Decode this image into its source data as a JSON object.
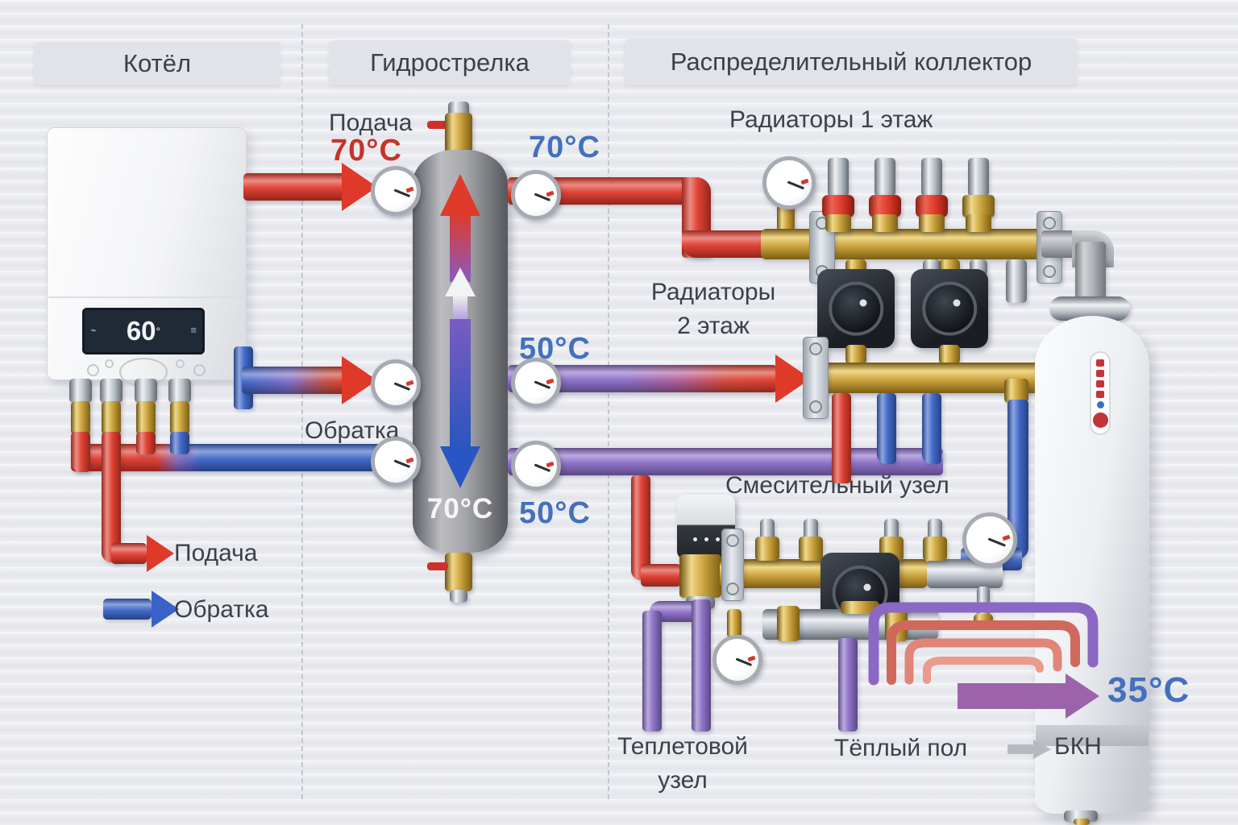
{
  "headers": {
    "boiler": "Котёл",
    "hydro_separator": "Гидрострелка",
    "collector": "Распределительный коллектор"
  },
  "boiler": {
    "display_temp": "60",
    "display_degree": "°"
  },
  "separator": {
    "supply_label": "Подача",
    "supply_temp": "70°C",
    "outlet_temp": "70°C",
    "return_label": "Обратка",
    "internal_temp": "70°C",
    "floor2_supply_temp": "50°C",
    "floor2_return_temp": "50°C"
  },
  "collector": {
    "radiators_floor1": "Радиаторы 1 этаж",
    "radiators_floor2_line1": "Радиаторы",
    "radiators_floor2_line2": "2 этаж",
    "mixing_unit": "Смесительный узел"
  },
  "legend": {
    "supply": "Подача",
    "return": "Обратка"
  },
  "bottom": {
    "heat_unit_line1": "Теплетовой",
    "heat_unit_line2": "узел",
    "warm_floor": "Тёплый пол",
    "bkn": "БКН",
    "floor_out_temp": "35°C"
  },
  "colors": {
    "supply_red": "#df392a",
    "return_blue": "#3a63c8",
    "mixed_purple": "#8a6cc6",
    "temp_text_blue": "#4470bd",
    "temp_text_red": "#c5342a",
    "label_dark": "#3b4049"
  }
}
